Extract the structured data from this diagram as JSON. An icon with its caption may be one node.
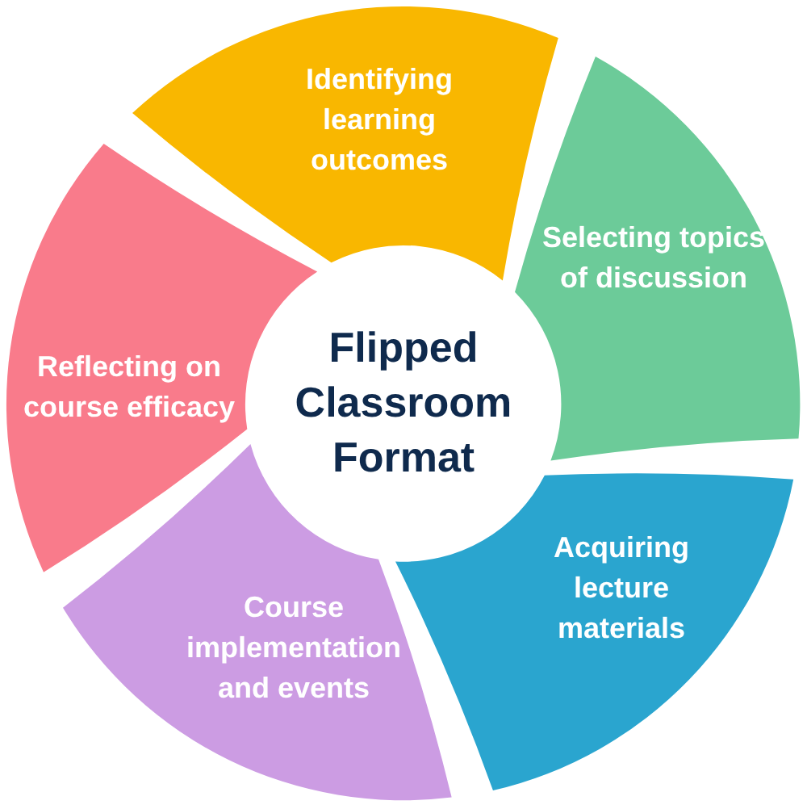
{
  "diagram": {
    "nodes": [
      {
        "text": [
          "Flipped Classroom Format"
        ]
      },
      {
        "text": [
          "Identifying learning outcomes"
        ]
      },
      {
        "text": [
          "Selecting topics of discussion"
        ]
      },
      {
        "text": [
          "Acquiring lecture materials"
        ]
      },
      {
        "text": [
          "Course implementation and events"
        ]
      },
      {
        "text": [
          "Reflecting on course efficacy"
        ]
      }
    ]
  }
}
